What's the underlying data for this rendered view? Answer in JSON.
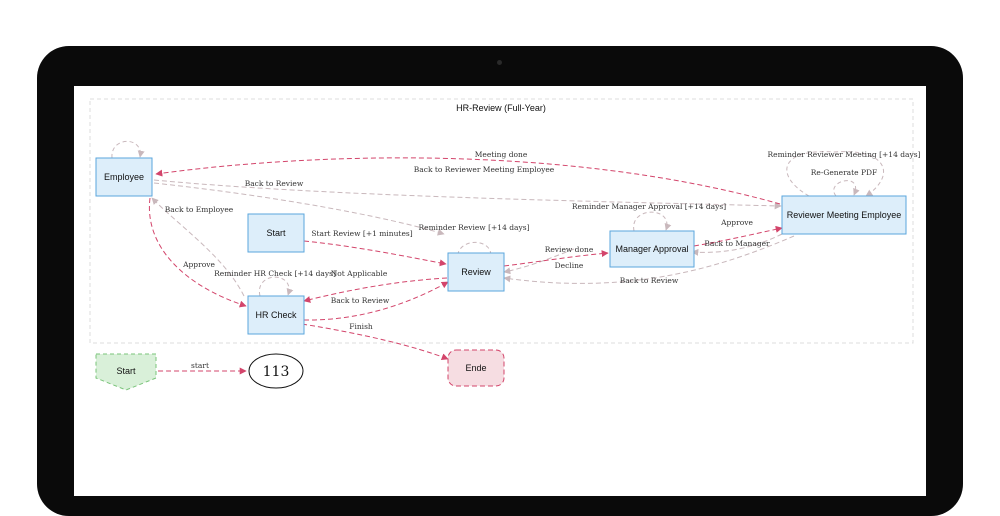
{
  "diagram": {
    "title": "HR-Review (Full-Year)",
    "nodes": {
      "employee": "Employee",
      "start": "Start",
      "review": "Review",
      "hr_check": "HR Check",
      "manager_approval": "Manager Approval",
      "reviewer_meeting": "Reviewer Meeting Employee",
      "ende": "Ende",
      "legend_start": "Start",
      "legend_counter": "113"
    },
    "edges": {
      "meeting_done": "Meeting done",
      "back_to_reviewer_meeting": "Back to Reviewer Meeting Employee",
      "back_to_review_top": "Back to Review",
      "back_to_employee": "Back to Employee",
      "start_review": "Start Review [+1 minutes]",
      "reminder_review": "Reminder Review [+14 days]",
      "reminder_manager": "Reminder Manager Approval [+14 days]",
      "approve_right": "Approve",
      "back_to_manager": "Back to Manager",
      "review_done": "Review done",
      "decline": "Decline",
      "approve_left": "Approve",
      "reminder_hr": "Reminder HR Check [+14 days]",
      "not_applicable": "Not Applicable",
      "back_to_review_mid": "Back to Review",
      "back_to_review_bottom": "Back to Review",
      "finish": "Finish",
      "reminder_reviewer": "Reminder Reviewer Meeting [+14 days]",
      "regenerate_pdf": "Re-Generate PDF",
      "legend_start": "start"
    },
    "colors": {
      "node_fill": "#ddeefa",
      "node_stroke": "#5aa6dc",
      "edge_primary": "#d3456b",
      "edge_secondary": "#c9b8bc",
      "start_fill": "#d9f0d9",
      "start_stroke": "#7ac47a",
      "end_fill": "#f6dde2",
      "end_stroke": "#d3456b",
      "frame": "#0a0a0a"
    }
  }
}
